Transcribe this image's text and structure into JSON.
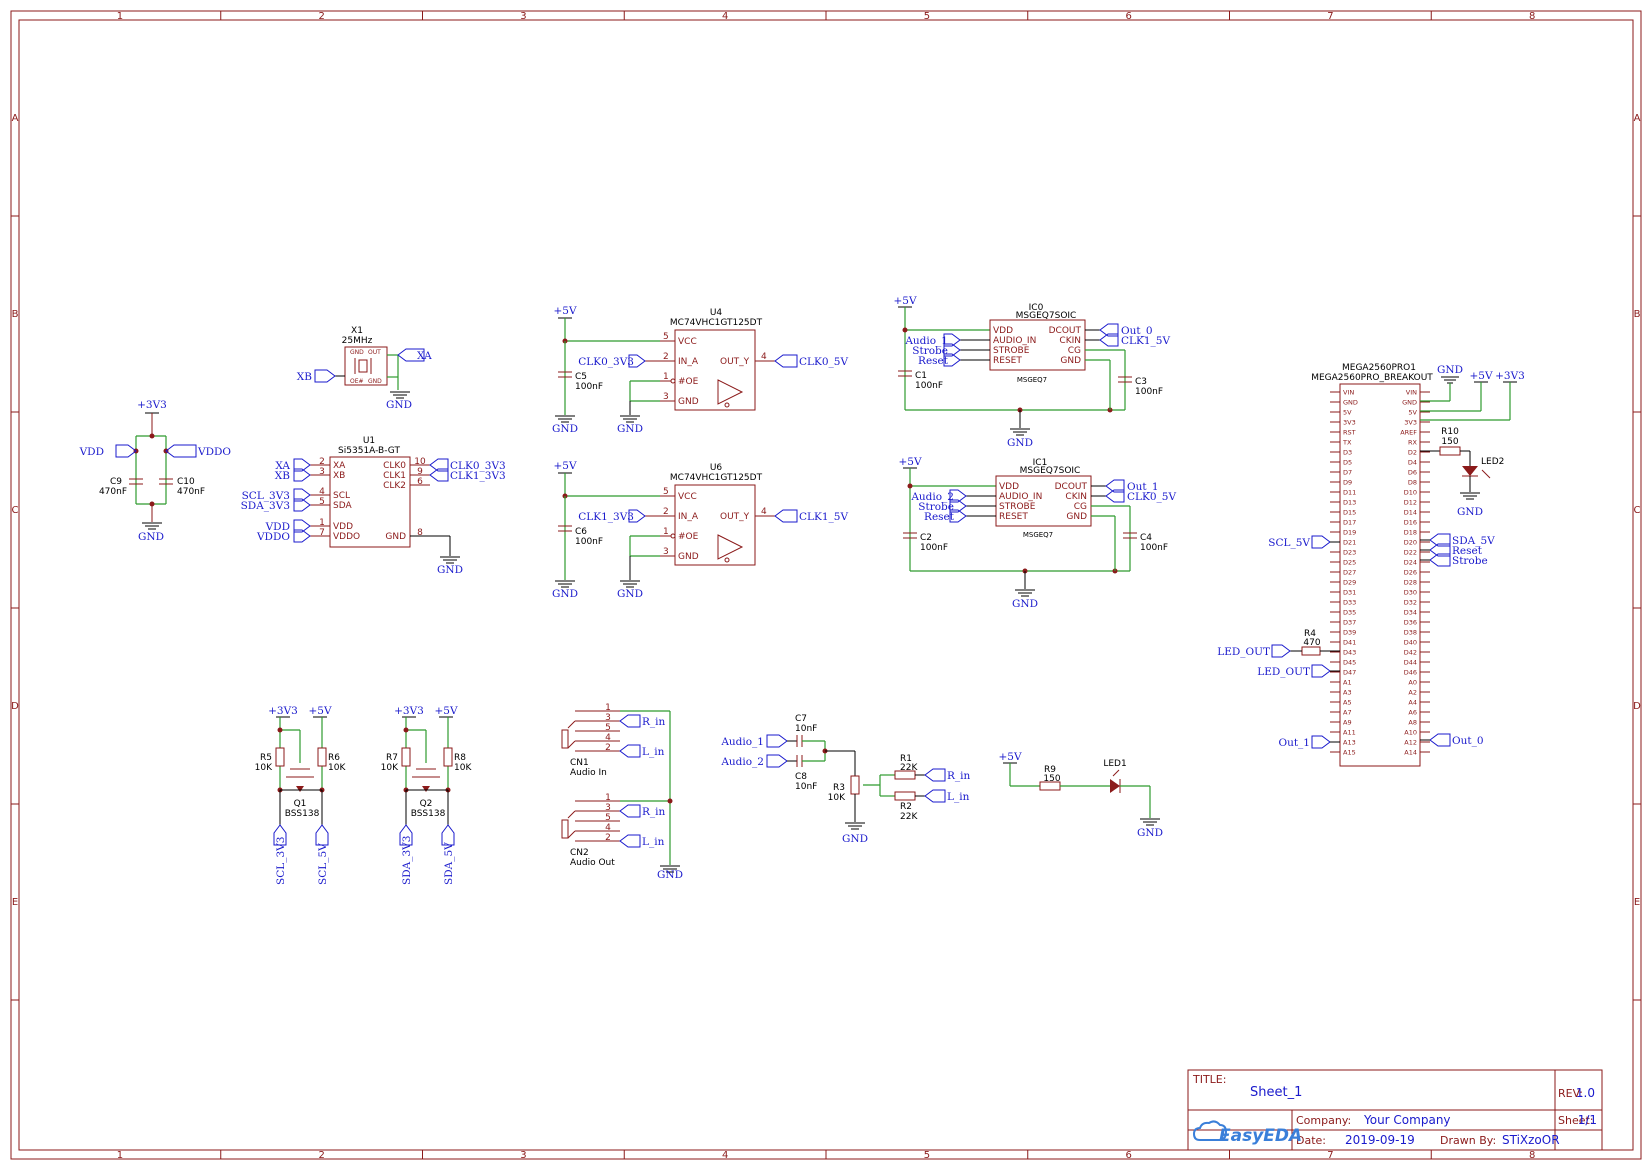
{
  "frame": {
    "columns": [
      "1",
      "2",
      "3",
      "4",
      "5",
      "6",
      "7",
      "8"
    ],
    "rows": [
      "A",
      "B",
      "C",
      "D",
      "E"
    ]
  },
  "title_block": {
    "title_label": "TITLE:",
    "title": "Sheet_1",
    "rev_label": "REV:",
    "rev": "1.0",
    "company_label": "Company:",
    "company": "Your Company",
    "sheet_label": "Sheet:",
    "sheet": "1/1",
    "date_label": "Date:",
    "date": "2019-09-19",
    "drawn_label": "Drawn By:",
    "drawn": "STiXzoOR",
    "logo": "EasyEDA"
  },
  "power": {
    "p3v3": "+3V3",
    "p5v": "+5V",
    "gnd": "GND"
  },
  "crystal": {
    "ref": "X1",
    "value": "25MHz",
    "pin_gnd": "GND",
    "pin_out": "OUT",
    "pin_oe": "OE#",
    "pin_gnd2": "GND",
    "net_xa": "XA",
    "net_xb": "XB"
  },
  "decoupling": {
    "c9": {
      "ref": "C9",
      "value": "470nF"
    },
    "c10": {
      "ref": "C10",
      "value": "470nF"
    },
    "net_vdd": "VDD",
    "net_vddo": "VDDO"
  },
  "u1": {
    "ref": "U1",
    "value": "Si5351A-B-GT",
    "left_pins": [
      {
        "num": "2",
        "name": "XA",
        "net": "XA"
      },
      {
        "num": "3",
        "name": "XB",
        "net": "XB"
      },
      {
        "num": "4",
        "name": "SCL",
        "net": "SCL_3V3"
      },
      {
        "num": "5",
        "name": "SDA",
        "net": "SDA_3V3"
      },
      {
        "num": "1",
        "name": "VDD",
        "net": "VDD"
      },
      {
        "num": "7",
        "name": "VDDO",
        "net": "VDDO"
      }
    ],
    "right_pins": [
      {
        "num": "10",
        "name": "CLK0",
        "net": "CLK0_3V3"
      },
      {
        "num": "9",
        "name": "CLK1",
        "net": "CLK1_3V3"
      },
      {
        "num": "6",
        "name": "CLK2",
        "net": ""
      },
      {
        "num": "8",
        "name": "GND",
        "net": ""
      }
    ]
  },
  "u4": {
    "ref": "U4",
    "value": "MC74VHC1GT125DT",
    "pins": {
      "vcc": "VCC",
      "in": "IN_A",
      "oe": "#OE",
      "gnd": "GND",
      "out": "OUT_Y"
    },
    "nums": {
      "vcc": "5",
      "in": "2",
      "oe": "1",
      "gnd": "3",
      "out": "4"
    },
    "net_in": "CLK0_3V3",
    "net_out": "CLK0_5V",
    "cap": {
      "ref": "C5",
      "value": "100nF"
    }
  },
  "u6": {
    "ref": "U6",
    "value": "MC74VHC1GT125DT",
    "pins": {
      "vcc": "VCC",
      "in": "IN_A",
      "oe": "#OE",
      "gnd": "GND",
      "out": "OUT_Y"
    },
    "nums": {
      "vcc": "5",
      "in": "2",
      "oe": "1",
      "gnd": "3",
      "out": "4"
    },
    "net_in": "CLK1_3V3",
    "net_out": "CLK1_5V",
    "cap": {
      "ref": "C6",
      "value": "100nF"
    }
  },
  "ic0": {
    "ref": "IC0",
    "value": "MSGEQ7SOIC",
    "body_label": "MSGEQ7",
    "left": [
      "VDD",
      "AUDIO_IN",
      "STROBE",
      "RESET"
    ],
    "right": [
      "DCOUT",
      "CKIN",
      "CG",
      "GND"
    ],
    "nets_left": [
      "Audio_1",
      "Strobe",
      "Reset"
    ],
    "nets_right": [
      "Out_0",
      "CLK1_5V"
    ],
    "c_a": {
      "ref": "C1",
      "value": "100nF"
    },
    "c_b": {
      "ref": "C3",
      "value": "100nF"
    }
  },
  "ic1": {
    "ref": "IC1",
    "value": "MSGEQ7SOIC",
    "body_label": "MSGEQ7",
    "left": [
      "VDD",
      "AUDIO_IN",
      "STROBE",
      "RESET"
    ],
    "right": [
      "DCOUT",
      "CKIN",
      "CG",
      "GND"
    ],
    "nets_left": [
      "Audio_2",
      "Strobe",
      "Reset"
    ],
    "nets_right": [
      "Out_1",
      "CLK0_5V"
    ],
    "c_a": {
      "ref": "C2",
      "value": "100nF"
    },
    "c_b": {
      "ref": "C4",
      "value": "100nF"
    }
  },
  "mega": {
    "ref": "MEGA2560PRO1",
    "value": "MEGA2560PRO_BREAKOUT",
    "left": [
      "VIN",
      "GND",
      "5V",
      "3V3",
      "RST",
      "TX",
      "D3",
      "D5",
      "D7",
      "D9",
      "D11",
      "D13",
      "D15",
      "D17",
      "D19",
      "D21",
      "D23",
      "D25",
      "D27",
      "D29",
      "D31",
      "D33",
      "D35",
      "D37",
      "D39",
      "D41",
      "D43",
      "D45",
      "D47",
      "A1",
      "A3",
      "A5",
      "A7",
      "A9",
      "A11",
      "A13",
      "A15"
    ],
    "right": [
      "VIN",
      "GND",
      "5V",
      "3V3",
      "AREF",
      "RX",
      "D2",
      "D4",
      "D6",
      "D8",
      "D10",
      "D12",
      "D14",
      "D16",
      "D18",
      "D20",
      "D22",
      "D24",
      "D26",
      "D28",
      "D30",
      "D32",
      "D34",
      "D36",
      "D38",
      "D40",
      "D42",
      "D44",
      "D46",
      "A0",
      "A2",
      "A4",
      "A6",
      "A8",
      "A10",
      "A12",
      "A14"
    ],
    "nets": {
      "scl": "SCL_5V",
      "sda": "SDA_5V",
      "reset": "Reset",
      "strobe": "Strobe",
      "led_out": "LED_OUT",
      "out_1": "Out_1",
      "out_0": "Out_0"
    },
    "r4": {
      "ref": "R4",
      "value": "470"
    },
    "r10": {
      "ref": "R10",
      "value": "150"
    },
    "led2": "LED2"
  },
  "level_shifters": {
    "q1": {
      "ref": "Q1",
      "value": "BSS138",
      "r_a": {
        "ref": "R5",
        "value": "10K"
      },
      "r_b": {
        "ref": "R6",
        "value": "10K"
      },
      "net_a": "SCL_3V3",
      "net_b": "SCL_5V"
    },
    "q2": {
      "ref": "Q2",
      "value": "BSS138",
      "r_a": {
        "ref": "R7",
        "value": "10K"
      },
      "r_b": {
        "ref": "R8",
        "value": "10K"
      },
      "net_a": "SDA_3V3",
      "net_b": "SDA_5V"
    }
  },
  "audio": {
    "cn1": {
      "ref": "CN1",
      "value": "Audio In"
    },
    "cn2": {
      "ref": "CN2",
      "value": "Audio Out"
    },
    "pins": [
      "1",
      "3",
      "5",
      "4",
      "2"
    ],
    "net_r": "R_in",
    "net_l": "L_in"
  },
  "mixer": {
    "c7": {
      "ref": "C7",
      "value": "10nF"
    },
    "c8": {
      "ref": "C8",
      "value": "10nF"
    },
    "r3": {
      "ref": "R3",
      "value": "10K"
    },
    "r1": {
      "ref": "R1",
      "value": "22K"
    },
    "r2": {
      "ref": "R2",
      "value": "22K"
    },
    "net_a1": "Audio_1",
    "net_a2": "Audio_2",
    "net_r": "R_in",
    "net_l": "L_in"
  },
  "led1": {
    "r9": {
      "ref": "R9",
      "value": "150"
    },
    "ref": "LED1"
  }
}
